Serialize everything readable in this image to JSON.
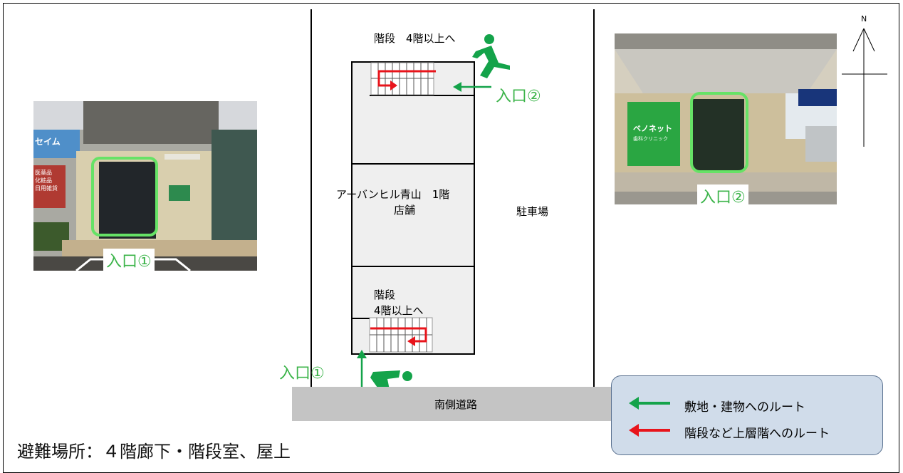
{
  "map": {
    "stairs_top_label": "階段　4階以上へ",
    "entrance2_label": "入口②",
    "building_label_line1": "アーバンヒル青山　1階",
    "building_label_line2": "店舗",
    "parking_label": "駐車場",
    "stairs_bottom_line1": "階段",
    "stairs_bottom_line2": "4階以上へ",
    "entrance1_label": "入口①",
    "road_label": "南側道路",
    "north_label": "N"
  },
  "photos": {
    "left": {
      "badge": "入口①",
      "store_sign": "セイム",
      "board_lines": [
        "医薬品",
        "化粧品",
        "日用雑貨"
      ]
    },
    "right": {
      "badge": "入口②",
      "sign_line1": "ベノネット",
      "sign_line2": "歯科クリニック"
    }
  },
  "legend": {
    "items": [
      {
        "text": "敷地・建物へのルート",
        "color": "#14a34a"
      },
      {
        "text": "階段など上層階へのルート",
        "color": "#e8141b"
      }
    ]
  },
  "footer": {
    "evacuation": "避難場所：４階廊下・階段室、屋上"
  },
  "colors": {
    "route_green": "#14a34a",
    "route_red": "#e8141b",
    "highlight_green": "#66e266",
    "label_green": "#3cb44a"
  }
}
